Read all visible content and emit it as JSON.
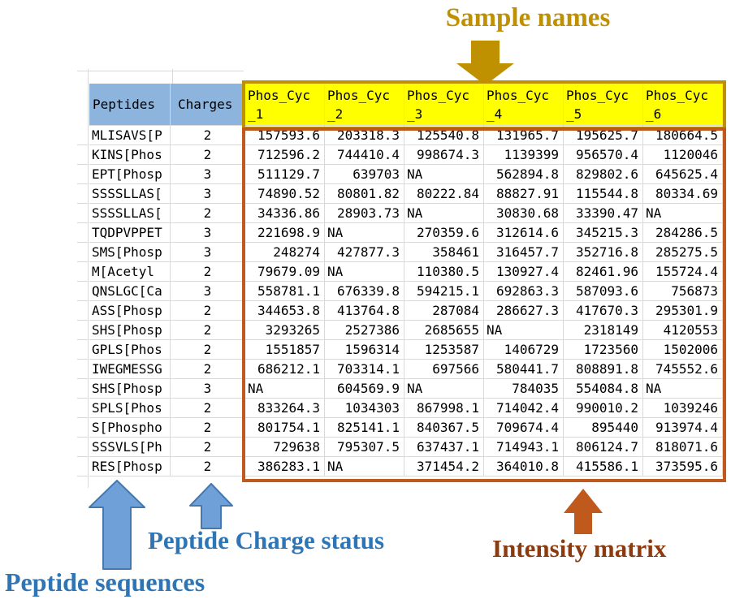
{
  "annotations": {
    "sample_names": "Sample names",
    "peptide_sequences": "Peptide sequences",
    "peptide_charge_status": "Peptide Charge status",
    "intensity_matrix": "Intensity matrix"
  },
  "colors": {
    "gold": "#bf9000",
    "yellow_header_bg": "#ffff00",
    "blue_header_bg": "#8db4dc",
    "blue_annotation_text": "#2e75b6",
    "blue_arrow_fill": "#6fa0d8",
    "blue_arrow_stroke": "#4678b0",
    "orange_border_and_arrow": "#c05a1c",
    "brown_annotation_text": "#8c3a10",
    "grid_line": "#d9d9d9"
  },
  "table": {
    "peptides_header": "Peptides",
    "charges_header": "Charges",
    "sample_columns": [
      {
        "line1": "Phos_Cyc",
        "line2": "_1"
      },
      {
        "line1": "Phos_Cyc",
        "line2": "_2"
      },
      {
        "line1": "Phos_Cyc",
        "line2": "_3"
      },
      {
        "line1": "Phos_Cyc",
        "line2": "_4"
      },
      {
        "line1": "Phos_Cyc",
        "line2": "_5"
      },
      {
        "line1": "Phos_Cyc",
        "line2": "_6"
      }
    ],
    "rows": [
      {
        "peptide": "MLISAVS[P",
        "charge": "2",
        "values": [
          "157593.6",
          "203318.3",
          "125540.8",
          "131965.7",
          "195625.7",
          "180664.5"
        ]
      },
      {
        "peptide": "KINS[Phos",
        "charge": "2",
        "values": [
          "712596.2",
          "744410.4",
          "998674.3",
          "1139399",
          "956570.4",
          "1120046"
        ]
      },
      {
        "peptide": "EPT[Phosp",
        "charge": "3",
        "values": [
          "511129.7",
          "639703",
          "NA",
          "562894.8",
          "829802.6",
          "645625.4"
        ]
      },
      {
        "peptide": "SSSSLLAS[",
        "charge": "3",
        "values": [
          "74890.52",
          "80801.82",
          "80222.84",
          "88827.91",
          "115544.8",
          "80334.69"
        ]
      },
      {
        "peptide": "SSSSLLAS[",
        "charge": "2",
        "values": [
          "34336.86",
          "28903.73",
          "NA",
          "30830.68",
          "33390.47",
          "NA"
        ]
      },
      {
        "peptide": "TQDPVPPET",
        "charge": "3",
        "values": [
          "221698.9",
          "NA",
          "270359.6",
          "312614.6",
          "345215.3",
          "284286.5"
        ]
      },
      {
        "peptide": "SMS[Phosp",
        "charge": "3",
        "values": [
          "248274",
          "427877.3",
          "358461",
          "316457.7",
          "352716.8",
          "285275.5"
        ]
      },
      {
        "peptide": "M[Acetyl",
        "charge": "2",
        "values": [
          "79679.09",
          "NA",
          "110380.5",
          "130927.4",
          "82461.96",
          "155724.4"
        ]
      },
      {
        "peptide": "QNSLGC[Ca",
        "charge": "3",
        "values": [
          "558781.1",
          "676339.8",
          "594215.1",
          "692863.3",
          "587093.6",
          "756873"
        ]
      },
      {
        "peptide": "ASS[Phosp",
        "charge": "2",
        "values": [
          "344653.8",
          "413764.8",
          "287084",
          "286627.3",
          "417670.3",
          "295301.9"
        ]
      },
      {
        "peptide": "SHS[Phosp",
        "charge": "2",
        "values": [
          "3293265",
          "2527386",
          "2685655",
          "NA",
          "2318149",
          "4120553"
        ]
      },
      {
        "peptide": "GPLS[Phos",
        "charge": "2",
        "values": [
          "1551857",
          "1596314",
          "1253587",
          "1406729",
          "1723560",
          "1502006"
        ]
      },
      {
        "peptide": "IWEGMESSG",
        "charge": "2",
        "values": [
          "686212.1",
          "703314.1",
          "697566",
          "580441.7",
          "808891.8",
          "745552.6"
        ]
      },
      {
        "peptide": "SHS[Phosp",
        "charge": "3",
        "values": [
          "NA",
          "604569.9",
          "NA",
          "784035",
          "554084.8",
          "NA"
        ]
      },
      {
        "peptide": "SPLS[Phos",
        "charge": "2",
        "values": [
          "833264.3",
          "1034303",
          "867998.1",
          "714042.4",
          "990010.2",
          "1039246"
        ]
      },
      {
        "peptide": "S[Phospho",
        "charge": "2",
        "values": [
          "801754.1",
          "825141.1",
          "840367.5",
          "709674.4",
          "895440",
          "913974.4"
        ]
      },
      {
        "peptide": "SSSVLS[Ph",
        "charge": "2",
        "values": [
          "729638",
          "795307.5",
          "637437.1",
          "714943.1",
          "806124.7",
          "818071.6"
        ]
      },
      {
        "peptide": "RES[Phosp",
        "charge": "2",
        "values": [
          "386283.1",
          "NA",
          "371454.2",
          "364010.8",
          "415586.1",
          "373595.6"
        ]
      }
    ]
  }
}
